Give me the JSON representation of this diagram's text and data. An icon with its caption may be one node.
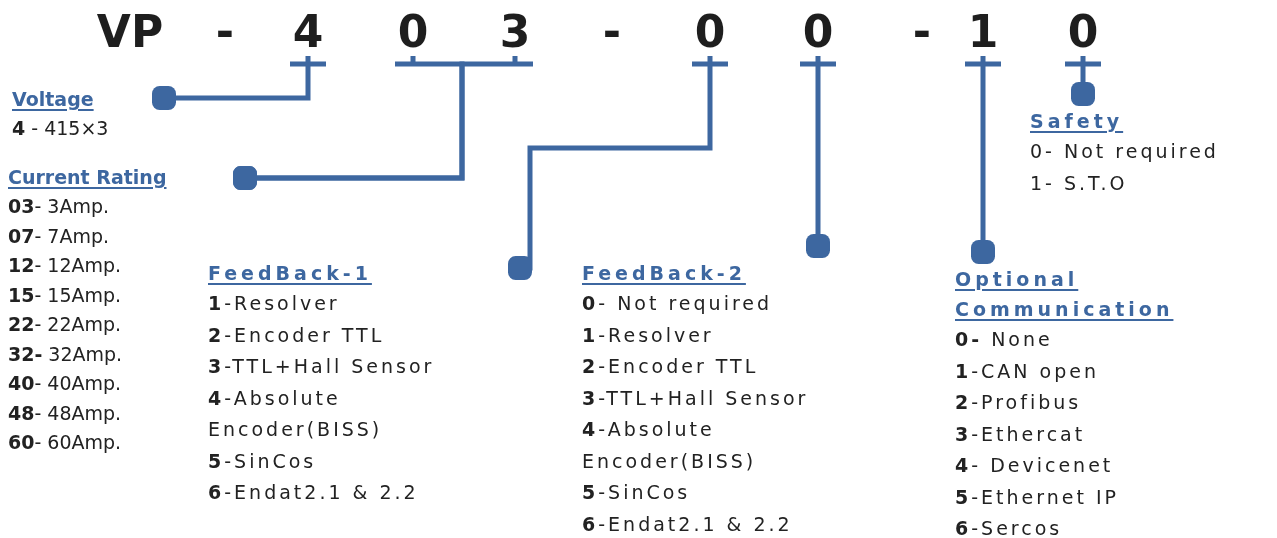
{
  "diagram": {
    "nodes": [
      {
        "text": [
          "VP"
        ]
      },
      {
        "text": [
          "-"
        ]
      },
      {
        "text": [
          "4"
        ]
      },
      {
        "text": [
          "0"
        ]
      },
      {
        "text": [
          "3"
        ]
      },
      {
        "text": [
          "-"
        ]
      },
      {
        "text": [
          "0"
        ]
      },
      {
        "text": [
          "0"
        ]
      },
      {
        "text": [
          "-"
        ]
      },
      {
        "text": [
          "1"
        ]
      },
      {
        "text": [
          "0"
        ]
      },
      {
        "text": [
          "Voltage",
          "**4** - 415×3"
        ]
      },
      {
        "text": [
          "Safety",
          "0- Not required",
          "1- S.T.O"
        ]
      },
      {
        "text": [
          "Current Rating",
          "**03**- 3Amp.",
          "**07**- 7Amp.",
          "**12**- 12Amp.",
          "**15**- 15Amp.",
          "**22**- 22Amp.",
          "**32-** 32Amp.",
          "**40**- 40Amp.",
          "**48**- 48Amp.",
          "**60**- 60Amp."
        ]
      },
      {
        "text": [
          "FeedBack-1",
          "**1**-Resolver",
          "**2**-Encoder TTL",
          "**3**-TTL+Hall Sensor",
          "**4**-Absolute Encoder(BISS)",
          "**5**-SinCos",
          "**6**-Endat2.1 & 2.2"
        ]
      },
      {
        "text": [
          "FeedBack-2",
          "**0**- Not required",
          "**1**-Resolver",
          "**2**-Encoder TTL",
          "**3**-TTL+Hall Sensor",
          "**4**-Absolute Encoder(BISS)",
          "**5**-SinCos",
          "**6**-Endat2.1 & 2.2"
        ]
      },
      {
        "text": [
          "Optional Communication",
          "**0-** None",
          "**1**-CAN open",
          "**2**-Profibus",
          "**3**-Ethercat",
          "**4**- Devicenet",
          "**5**-Ethernet IP",
          "**6**-Sercos"
        ]
      }
    ],
    "edges": [
      {
        "from": 2,
        "to": 11,
        "arrow": "other"
      },
      {
        "from": 3,
        "to": 13,
        "arrow": "other"
      },
      {
        "from": 4,
        "to": 13,
        "arrow": "other"
      },
      {
        "from": 6,
        "to": 14,
        "arrow": "other"
      },
      {
        "from": 7,
        "to": 15,
        "arrow": "other"
      },
      {
        "from": 9,
        "to": 16,
        "arrow": "other"
      },
      {
        "from": 10,
        "to": 12,
        "arrow": "other"
      }
    ]
  }
}
